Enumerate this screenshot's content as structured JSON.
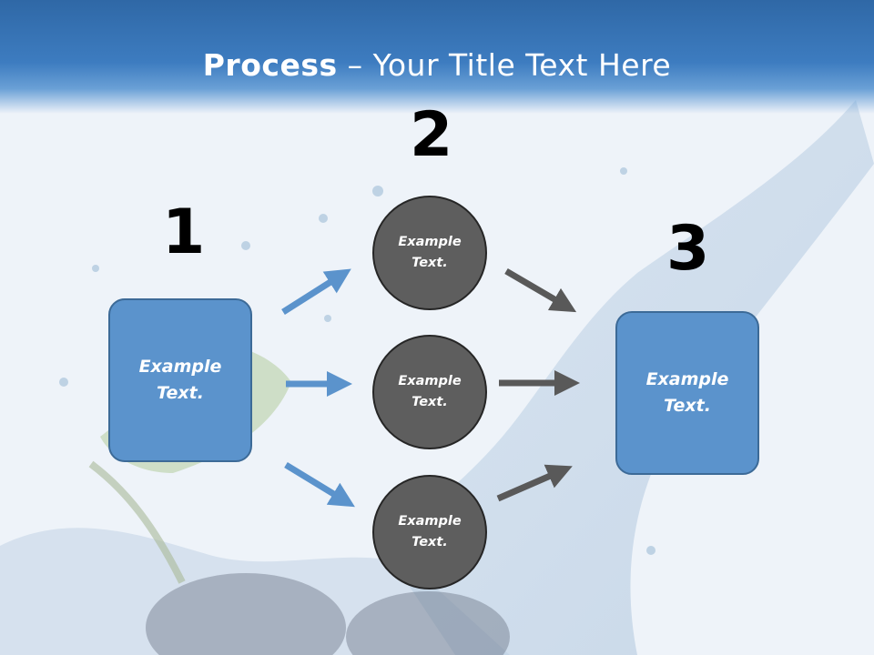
{
  "title": {
    "bold": "Process",
    "rest": " – Your Title Text Here"
  },
  "numbers": {
    "one": "1",
    "two": "2",
    "three": "3"
  },
  "input_box": {
    "label": "Example\nText."
  },
  "circles": [
    {
      "label": "Example\nText."
    },
    {
      "label": "Example\nText."
    },
    {
      "label": "Example\nText."
    }
  ],
  "output_box": {
    "label": "Example\nText."
  },
  "colors": {
    "header": "#3d7cc0",
    "box_fill": "#5b93cc",
    "circle_fill": "#5e5e5e",
    "blue_arrow": "#5b93cc",
    "gray_arrow": "#595959"
  }
}
